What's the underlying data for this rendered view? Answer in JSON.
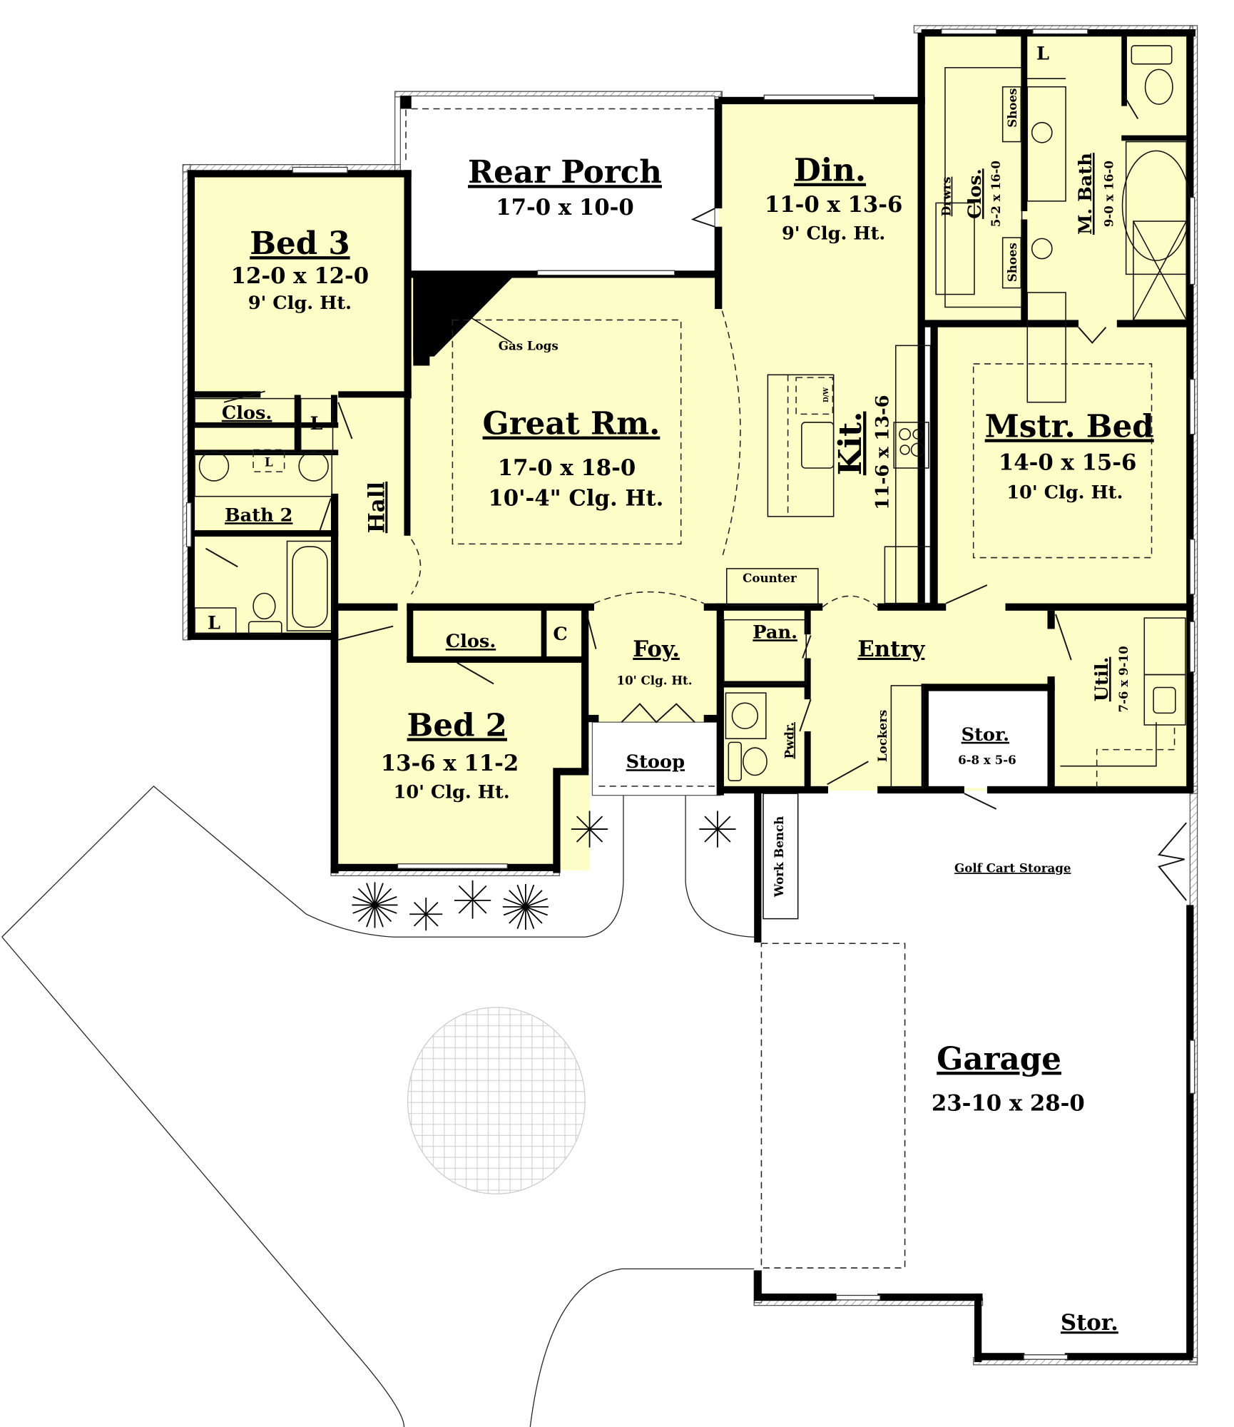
{
  "plan": {
    "type": "residential floor plan",
    "colors": {
      "conditioned_space": "#fdfdc8",
      "walls": "#000000",
      "unconditioned": "#ffffff",
      "paver_pattern": "#cccccc"
    },
    "rooms": {
      "rear_porch": {
        "name": "Rear Porch",
        "size": "17-0 x 10-0"
      },
      "bed3": {
        "name": "Bed 3",
        "size": "12-0 x 12-0",
        "ceiling": "9' Clg. Ht."
      },
      "great_room": {
        "name": "Great Rm.",
        "size": "17-0 x 18-0",
        "ceiling": "10'-4\" Clg. Ht.",
        "fireplace": "Gas Logs"
      },
      "dining": {
        "name": "Din.",
        "size": "11-0 x 13-6",
        "ceiling": "9' Clg. Ht."
      },
      "kitchen": {
        "name": "Kit.",
        "size": "11-6 x 13-6",
        "counter": "Counter",
        "dishwasher": "D/W"
      },
      "master_closet": {
        "name": "Clos.",
        "size": "5-2 x 16-0",
        "drawers": "Drwrs",
        "shoes_top": "Shoes",
        "shoes_bottom": "Shoes",
        "linen": "L"
      },
      "master_bath": {
        "name": "M. Bath",
        "size": "9-0 x 16-0"
      },
      "master_bed": {
        "name": "Mstr. Bed",
        "size": "14-0 x 15-6",
        "ceiling": "10' Clg. Ht."
      },
      "bed3_closet": {
        "name": "Clos."
      },
      "hall_linen": {
        "name": "L"
      },
      "bath2": {
        "name": "Bath 2",
        "vanity_linen": "L",
        "linen": "L"
      },
      "hall": {
        "name": "Hall"
      },
      "bed2_closet": {
        "name": "Clos."
      },
      "coat_closet": {
        "name": "C"
      },
      "foyer": {
        "name": "Foy.",
        "ceiling": "10' Clg. Ht."
      },
      "bed2": {
        "name": "Bed 2",
        "size": "13-6 x 11-2",
        "ceiling": "10' Clg. Ht."
      },
      "stoop": {
        "name": "Stoop"
      },
      "pantry": {
        "name": "Pan."
      },
      "entry": {
        "name": "Entry",
        "lockers": "Lockers"
      },
      "powder": {
        "name": "Pwdr."
      },
      "storage_entry": {
        "name": "Stor.",
        "size": "6-8 x 5-6"
      },
      "utility": {
        "name": "Util.",
        "size": "7-6 x 9-10"
      },
      "garage": {
        "name": "Garage",
        "size": "23-10 x 28-0",
        "golf_cart": "Golf Cart Storage",
        "work_bench": "Work Bench"
      },
      "garage_storage": {
        "name": "Stor."
      }
    }
  }
}
